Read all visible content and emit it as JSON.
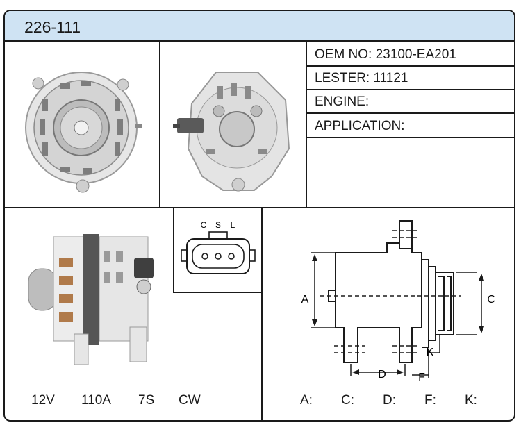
{
  "header": {
    "part_number": "226-111"
  },
  "specs": {
    "oem": "OEM NO: 23100-EA201",
    "lester": "LESTER: 11121",
    "engine": "ENGINE:",
    "application": "APPLICATION:"
  },
  "connector": {
    "pins": [
      "C",
      "S",
      "L"
    ]
  },
  "ratings": {
    "voltage": "12V",
    "amperage": "110A",
    "pulley": "7S",
    "rotation": "CW"
  },
  "dimension_diagram": {
    "labels": {
      "a": "A",
      "c": "C",
      "d": "D",
      "f": "F",
      "k": "K"
    }
  },
  "dimension_values": [
    "A:",
    "C:",
    "D:",
    "F:",
    "K:"
  ]
}
